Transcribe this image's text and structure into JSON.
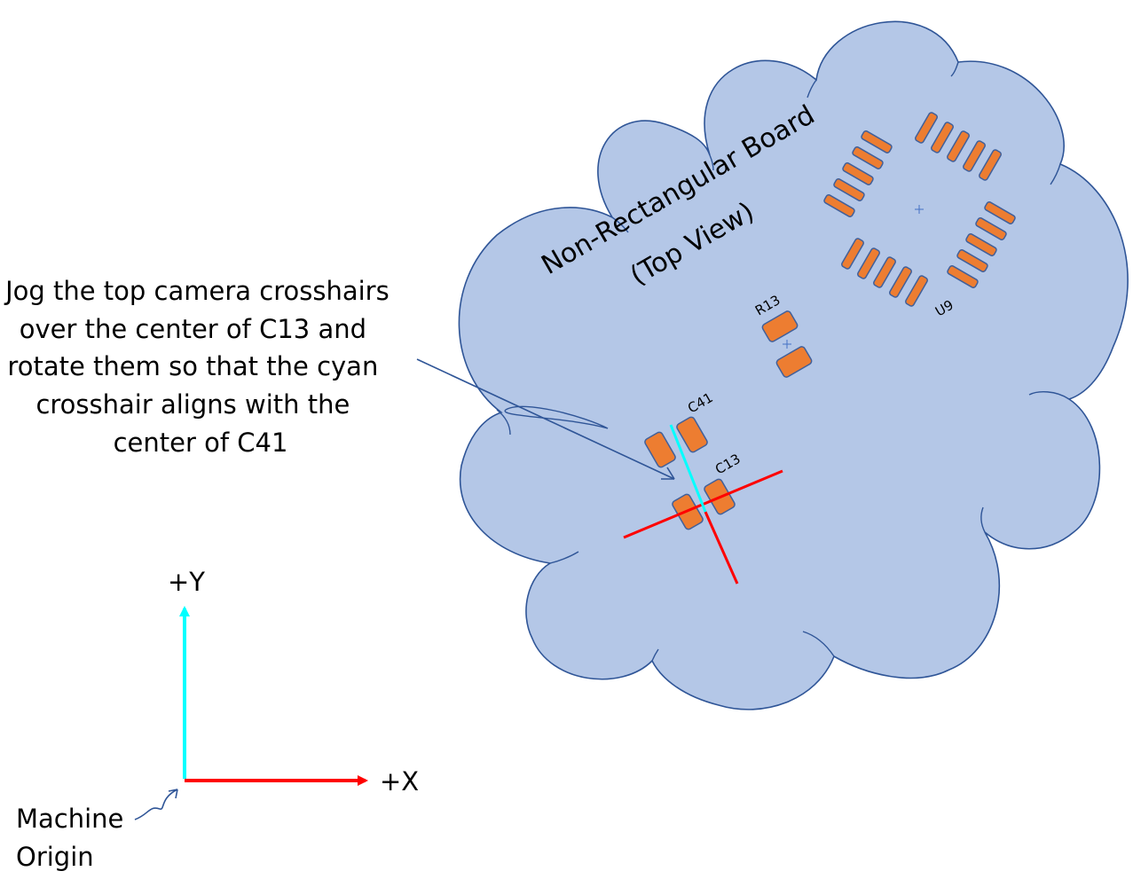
{
  "colors": {
    "board_fill": "#b4c7e7",
    "board_stroke": "#2f5597",
    "pad_fill": "#ed7d31",
    "crosshair_red": "#ff0000",
    "crosshair_cyan": "#00ffff",
    "axis_x": "#ff0000",
    "axis_y": "#00ffff"
  },
  "board": {
    "title_line1": "Non-Rectangular Board",
    "title_line2": "(Top View)"
  },
  "components": {
    "c41": "C41",
    "c13": "C13",
    "r13": "R13",
    "u9": "U9"
  },
  "instruction": {
    "lines": [
      "Jog the top camera crosshairs",
      "over the center of C13 and",
      "rotate them so that the cyan",
      "crosshair aligns with the",
      "center of C41"
    ]
  },
  "axes": {
    "x_label": "+X",
    "y_label": "+Y",
    "origin_line1": "Machine",
    "origin_line2": "Origin"
  }
}
